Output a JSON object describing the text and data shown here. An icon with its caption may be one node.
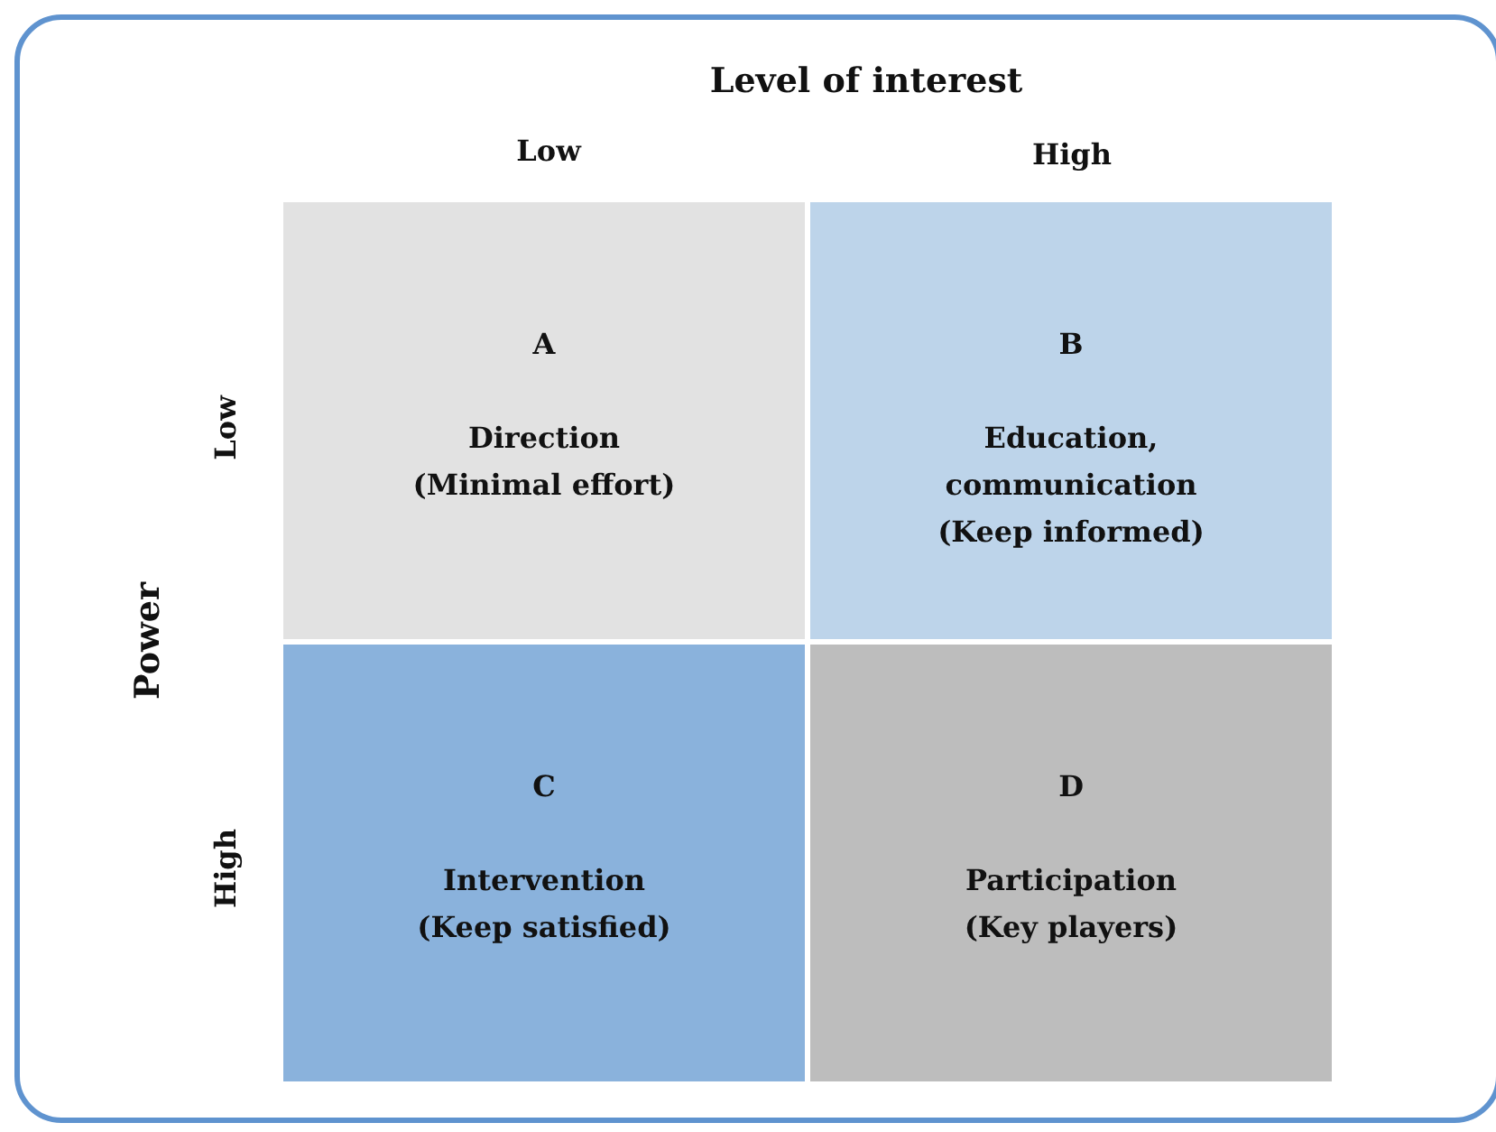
{
  "diagram": {
    "title": "Level of interest",
    "nodes": [
      {
        "text": [
          "A",
          "Direction",
          "(Minimal effort)"
        ]
      },
      {
        "text": [
          "B",
          "Education, communication",
          "(Keep informed)"
        ]
      },
      {
        "text": [
          "C",
          "Intervention",
          "(Keep satisfied)"
        ]
      },
      {
        "text": [
          "D",
          "Participation",
          "(Key players)"
        ]
      }
    ],
    "labels": [
      "Low",
      "High",
      "Power",
      "Low",
      "High"
    ]
  }
}
